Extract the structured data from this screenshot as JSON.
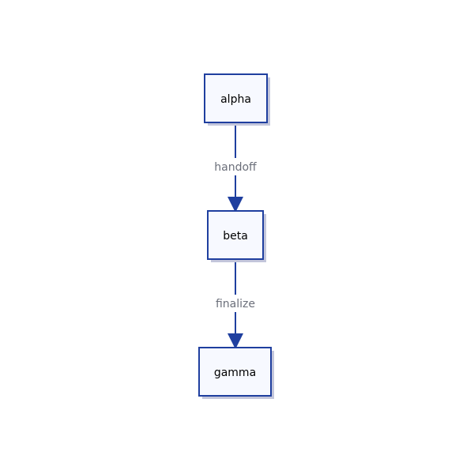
{
  "colors": {
    "node_fill": "#f7f9ff",
    "node_stroke": "#1f3f9f",
    "node_shadow": "#c3c6db",
    "edge": "#1f3f9f",
    "edge_label": "#6b6f7a",
    "node_text": "#000000"
  },
  "diagram": {
    "nodes": [
      {
        "id": "alpha",
        "label": "alpha"
      },
      {
        "id": "beta",
        "label": "beta"
      },
      {
        "id": "gamma",
        "label": "gamma"
      }
    ],
    "edges": [
      {
        "from": "alpha",
        "to": "beta",
        "label": "handoff"
      },
      {
        "from": "beta",
        "to": "gamma",
        "label": "finalize"
      }
    ]
  }
}
